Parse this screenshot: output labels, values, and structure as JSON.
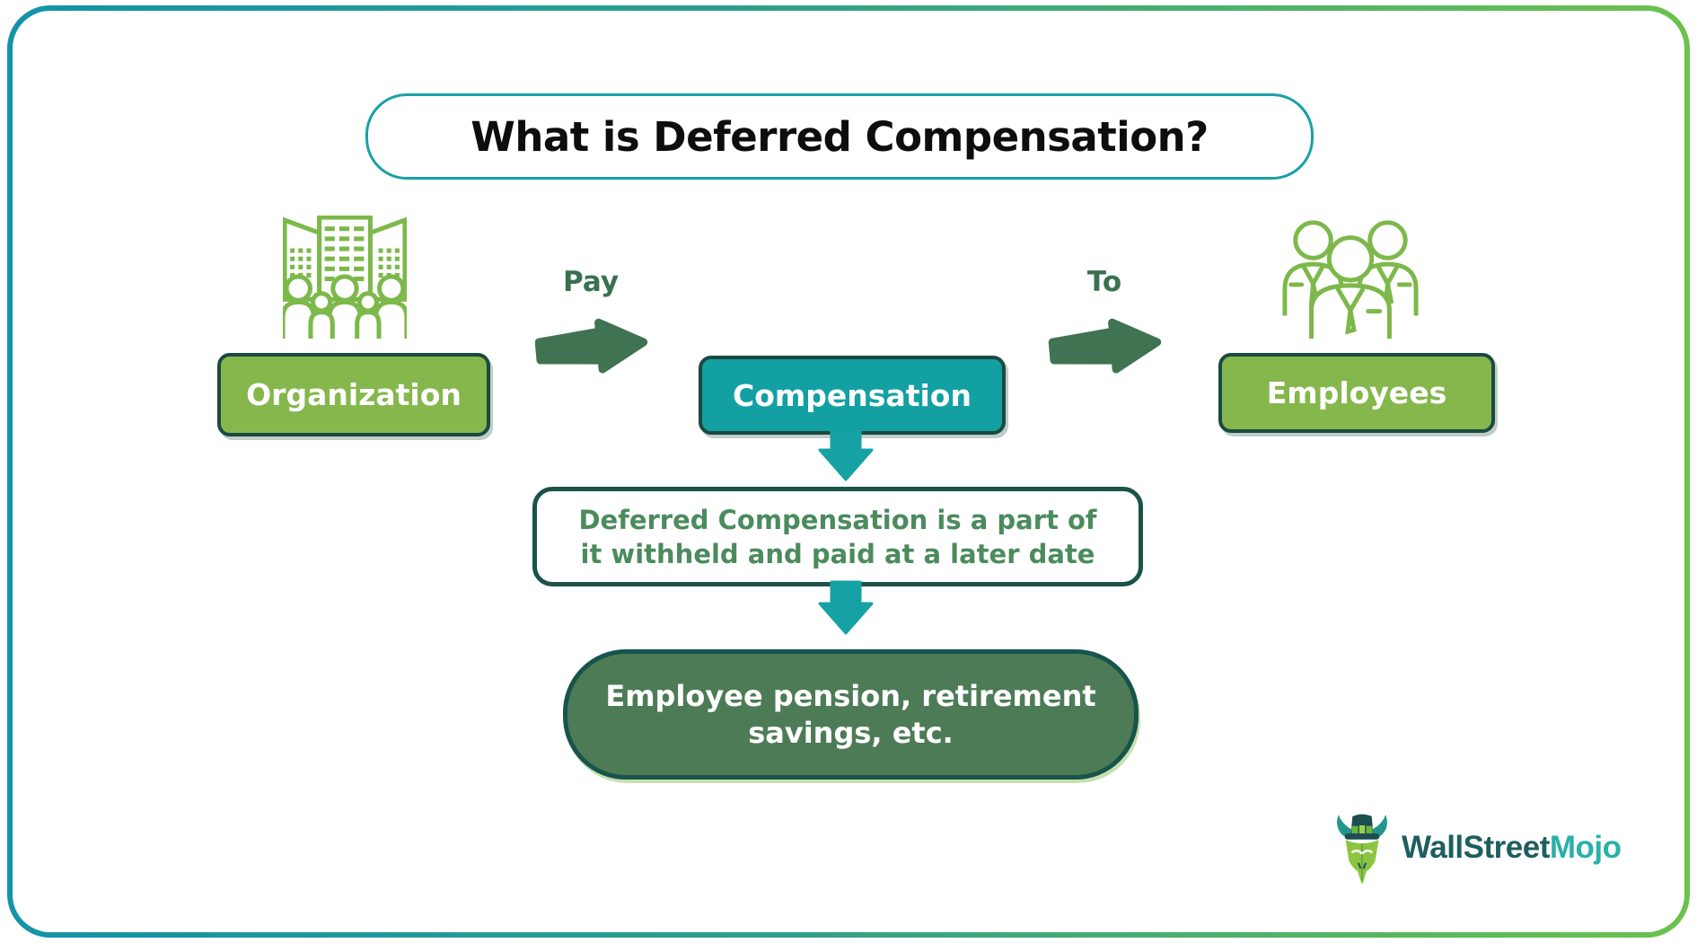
{
  "title": {
    "text": "What is Deferred Compensation?"
  },
  "flow": {
    "source": {
      "label": "Organization"
    },
    "pay_label": "Pay",
    "middle": {
      "label": "Compensation"
    },
    "to_label": "To",
    "target": {
      "label": "Employees"
    }
  },
  "note": {
    "lines": [
      "Deferred Compensation is a part of",
      "it withheld and paid at a later date"
    ]
  },
  "result": {
    "lines": [
      "Employee pension, retirement",
      "savings, etc."
    ]
  },
  "logo": {
    "brand_primary": "WallStreet",
    "brand_secondary": "Mojo"
  },
  "icons": {
    "organization": "organization-buildings-people-icon",
    "employees": "employees-group-icon",
    "pay_arrow": "right-arrow-icon",
    "to_arrow": "right-arrow-icon",
    "flow_down": "down-arrow-icon",
    "logo": "wallstreetmojo-bull-icon"
  },
  "colors": {
    "frame_gradient_start": "#1493a8",
    "frame_gradient_end": "#6bc24c",
    "title_border": "#19a0a6",
    "green_button_fill": "#85b74d",
    "teal_button_fill": "#12a0a3",
    "dark_button_border": "#1b4a41",
    "box_border": "#1b5349",
    "arrow_dark_green": "#3f7351",
    "flow_label_green": "#3a7150",
    "note_text_green": "#4b8b5d",
    "pill_fill": "#4d7b56",
    "icon_outline_green": "#7db84a",
    "down_arrow_teal": "#16a2a5",
    "logo_dark": "#1d5f5e",
    "logo_teal": "#29b1a9"
  }
}
